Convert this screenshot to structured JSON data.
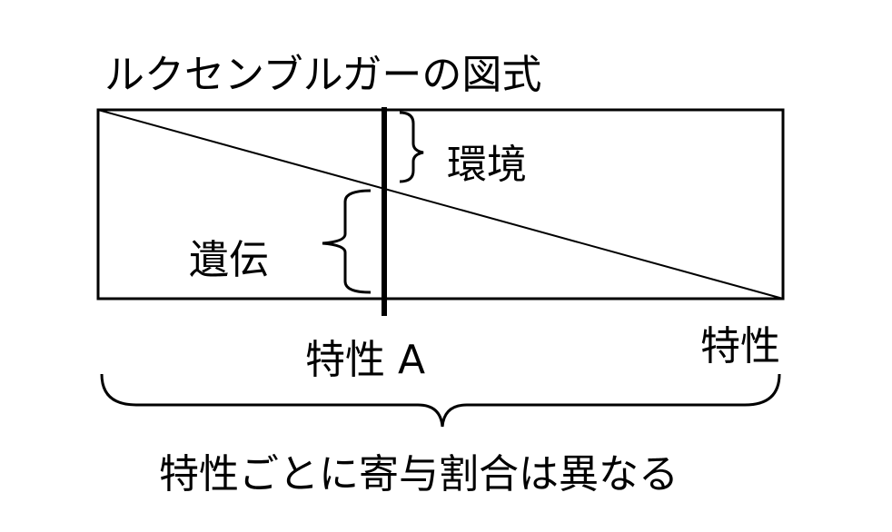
{
  "title": "ルクセンブルガーの図式",
  "labels": {
    "environment": "環境",
    "heredity": "遺伝",
    "trait_a": "特性 A",
    "trait": "特性"
  },
  "caption": "特性ごとに寄与割合は異なる"
}
